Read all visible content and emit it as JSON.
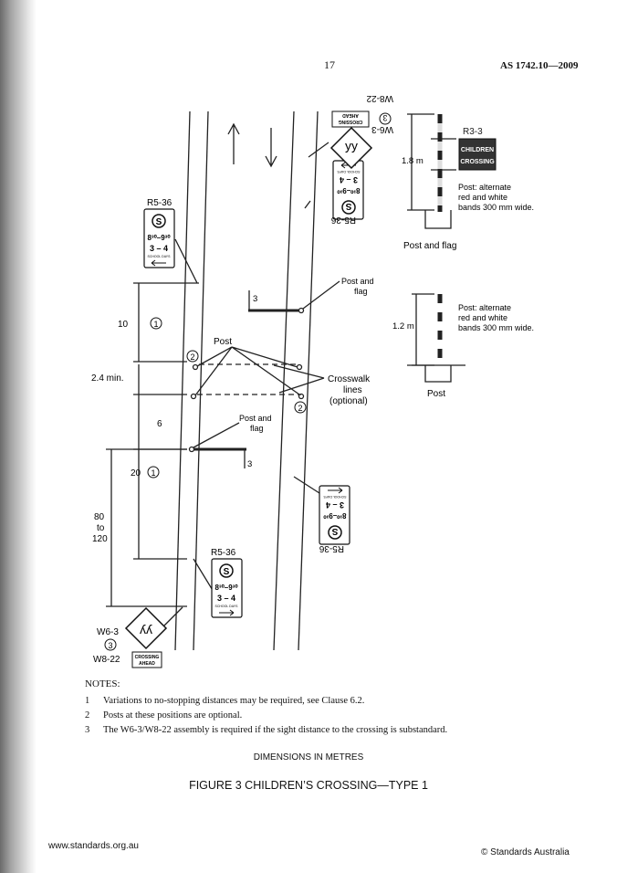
{
  "header": {
    "page_number": "17",
    "standard": "AS 1742.10—2009"
  },
  "diagram": {
    "sign_r5_36": "R5-36",
    "sign_r3_3": "R3-3",
    "sign_w6_3": "W6-3",
    "sign_w8_22": "W8-22",
    "circle_1": "1",
    "circle_2": "2",
    "circle_3": "3",
    "label_3": "3",
    "children": "CHILDREN",
    "crossing": "CROSSING",
    "crossing_ahead_1": "CROSSING",
    "crossing_ahead_2": "AHEAD",
    "time_am": "8³⁰–9³⁰",
    "time_pm": "3 – 4",
    "school_days": "SCHOOL DAYS",
    "dim_18": "1.8 m",
    "dim_12": "1.2 m",
    "dim_10": "10",
    "dim_24": "2.4  min.",
    "dim_6": "6",
    "dim_20": "20",
    "dim_80": "80",
    "dim_to": "to",
    "dim_120": "120",
    "post": "Post",
    "post_and": "Post and",
    "flag": "flag",
    "post_and_flag": "Post and flag",
    "crosswalk_1": "Crosswalk",
    "crosswalk_2": "lines",
    "crosswalk_3": "(optional)",
    "post_alt_1": "Post: alternate",
    "post_alt_2": "red and white",
    "post_alt_3": "bands 300 mm wide."
  },
  "notes": {
    "heading": "NOTES:",
    "items": [
      {
        "num": "1",
        "text": "Variations to no-stopping distances may be required, see Clause 6.2."
      },
      {
        "num": "2",
        "text": "Posts at these positions are optional."
      },
      {
        "num": "3",
        "text": "The W6-3/W8-22 assembly is required if the sight distance to the crossing is substandard."
      }
    ]
  },
  "dimensions_caption": "DIMENSIONS IN METRES",
  "figure_caption": "FIGURE 3   CHILDREN’S CROSSING—TYPE 1",
  "footer": {
    "left": "www.standards.org.au",
    "right": "© Standards Australia"
  }
}
